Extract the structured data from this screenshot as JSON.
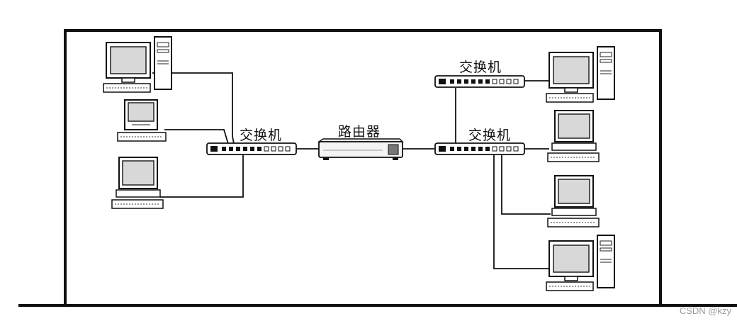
{
  "labels": {
    "switch_left": "交换机",
    "router": "路由器",
    "switch_top_right": "交换机",
    "switch_mid_right": "交换机"
  },
  "watermark": "CSDN @kzy",
  "devices": {
    "computers": [
      {
        "id": "pc-left-1",
        "icon": "tower-computer-icon"
      },
      {
        "id": "pc-left-2",
        "icon": "compact-computer-icon"
      },
      {
        "id": "pc-left-3",
        "icon": "desktop-computer-icon"
      },
      {
        "id": "pc-right-1",
        "icon": "tower-computer-icon"
      },
      {
        "id": "pc-right-2",
        "icon": "desktop-computer-icon"
      },
      {
        "id": "pc-right-3",
        "icon": "desktop-computer-icon"
      },
      {
        "id": "pc-right-4",
        "icon": "tower-computer-icon"
      }
    ],
    "switches": [
      "switch-left",
      "switch-top-right",
      "switch-mid-right"
    ],
    "router": "router"
  }
}
